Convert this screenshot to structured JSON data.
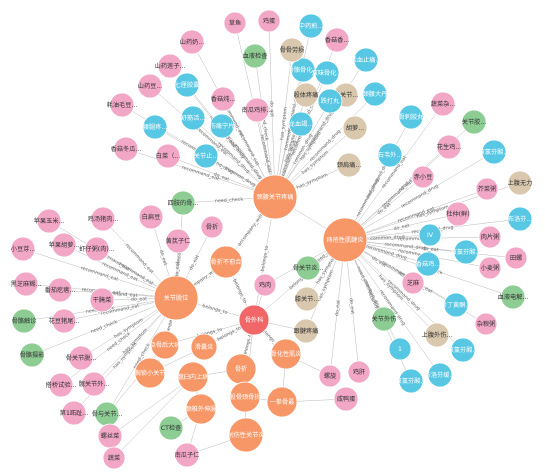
{
  "colors": {
    "orange": "#f79767",
    "pink": "#f2a7c6",
    "blue": "#57c7e3",
    "green": "#8dcc93",
    "tan": "#d9c8ae",
    "red": "#f16667",
    "edge": "#b9b9b9"
  },
  "nodes": [
    {
      "id": "hub_a",
      "label": "颈腰关节疼痛",
      "color": "orange",
      "r": 22
    },
    {
      "id": "hub_b",
      "label": "痔疮性肌腱炎",
      "color": "orange",
      "r": 22
    },
    {
      "id": "hub_c",
      "label": "关节脱位",
      "color": "orange",
      "r": 22
    },
    {
      "id": "red",
      "label": "骨外科",
      "color": "red",
      "r": 15
    },
    {
      "id": "o_tz",
      "label": "骨折不愈合",
      "color": "orange",
      "r": 16
    },
    {
      "id": "o_hp",
      "label": "滑囊炎",
      "color": "orange",
      "r": 13
    },
    {
      "id": "o_gz",
      "label": "骨折",
      "color": "orange",
      "r": 15
    },
    {
      "id": "o_zcj",
      "label": "桡骨后大病",
      "color": "orange",
      "r": 14
    },
    {
      "id": "o_gd",
      "label": "骨化性肌炎",
      "color": "orange",
      "r": 15
    },
    {
      "id": "o_xsg",
      "label": "胸锁小关节",
      "color": "orange",
      "r": 15
    },
    {
      "id": "o_gsn",
      "label": "髋臼内上病",
      "color": "orange",
      "r": 15
    },
    {
      "id": "o_gsd",
      "label": "股骨颈骨折",
      "color": "orange",
      "r": 15
    },
    {
      "id": "o_jy",
      "label": "一拳骨最",
      "color": "orange",
      "r": 15
    },
    {
      "id": "o_lu",
      "label": "颈椎外伸脉",
      "color": "orange",
      "r": 15
    },
    {
      "id": "o_xj",
      "label": "创伤性关节炎",
      "color": "orange",
      "r": 17
    },
    {
      "id": "b_zxw",
      "label": "中药煎...",
      "color": "blue",
      "r": 12
    },
    {
      "id": "b_xsb",
      "label": "香菇香...",
      "color": "pink",
      "r": 12
    },
    {
      "id": "b_jmd",
      "label": "鸡蛋",
      "color": "pink",
      "r": 11
    },
    {
      "id": "b_cy",
      "label": "草鱼",
      "color": "pink",
      "r": 11
    },
    {
      "id": "b_syn",
      "label": "山药奶...",
      "color": "pink",
      "r": 12
    },
    {
      "id": "b_xcq",
      "label": "血液检查",
      "color": "green",
      "r": 12
    },
    {
      "id": "b_gsfj",
      "label": "骨骼骨化...",
      "color": "blue",
      "r": 12
    },
    {
      "id": "b_gyj",
      "label": "骨骨劳损",
      "color": "tan",
      "r": 12
    },
    {
      "id": "b_hdz",
      "label": "活血止痛...",
      "color": "blue",
      "r": 12
    },
    {
      "id": "b_sjh",
      "label": "双味骨化...",
      "color": "blue",
      "r": 12
    },
    {
      "id": "b_syz",
      "label": "山药莲子...",
      "color": "pink",
      "r": 12
    },
    {
      "id": "b_qxj",
      "label": "七厘胶囊",
      "color": "blue",
      "r": 12
    },
    {
      "id": "b_syg",
      "label": "山药豆...",
      "color": "pink",
      "r": 12
    },
    {
      "id": "b_xgk",
      "label": "香菇炖...",
      "color": "pink",
      "r": 12
    },
    {
      "id": "b_nhc",
      "label": "南瓜鸡排...",
      "color": "pink",
      "r": 12
    },
    {
      "id": "b_gwtz",
      "label": "股体疼痛",
      "color": "tan",
      "r": 12
    },
    {
      "id": "b_sdd",
      "label": "颈腰大丹",
      "color": "blue",
      "r": 12
    },
    {
      "id": "b_mxw",
      "label": "骨关节...",
      "color": "tan",
      "r": 12
    },
    {
      "id": "b_fgy",
      "label": "跌打丸",
      "color": "blue",
      "r": 12
    },
    {
      "id": "b_hyc",
      "label": "耗油毛豆...",
      "color": "pink",
      "r": 12
    },
    {
      "id": "b_jsj",
      "label": "舒筋活...",
      "color": "blue",
      "r": 12
    },
    {
      "id": "b_jlp",
      "label": "伤痛宁片",
      "color": "blue",
      "r": 12
    },
    {
      "id": "b_lbz",
      "label": "腰腿疼...",
      "color": "blue",
      "r": 12
    },
    {
      "id": "b_sht",
      "label": "龙血竭...",
      "color": "blue",
      "r": 12
    },
    {
      "id": "b_hjl",
      "label": "胡萝...",
      "color": "tan",
      "r": 12
    },
    {
      "id": "b_xgx",
      "label": "香菇冬瓜...",
      "color": "pink",
      "r": 12
    },
    {
      "id": "b_bc",
      "label": "白菜（...",
      "color": "pink",
      "r": 12
    },
    {
      "id": "b_gjz",
      "label": "关节止...",
      "color": "blue",
      "r": 12
    },
    {
      "id": "b_gjf",
      "label": "颈肩痛...",
      "color": "tan",
      "r": 12
    },
    {
      "id": "b_lsp",
      "label": "蔬菜杂...",
      "color": "pink",
      "r": 12
    },
    {
      "id": "b_tyj",
      "label": "关节胶...",
      "color": "green",
      "r": 12
    },
    {
      "id": "b_gcj",
      "label": "骨刺胶丸",
      "color": "blue",
      "r": 12
    },
    {
      "id": "b_sjg",
      "label": "双氯芬酸...",
      "color": "blue",
      "r": 12
    },
    {
      "id": "b_swy",
      "label": "石韦外...",
      "color": "blue",
      "r": 12
    },
    {
      "id": "b_hsj",
      "label": "花生鸡...",
      "color": "pink",
      "r": 12
    },
    {
      "id": "b_cxx",
      "label": "赤小豆",
      "color": "pink",
      "r": 11
    },
    {
      "id": "b_sfd",
      "label": "上腹无力",
      "color": "tan",
      "r": 12
    },
    {
      "id": "b_jdd",
      "label": "芥菜粥",
      "color": "pink",
      "r": 11
    },
    {
      "id": "b_zbs",
      "label": "杜仲(鲜)",
      "color": "pink",
      "r": 12
    },
    {
      "id": "b_lbf",
      "label": "布洛芬...",
      "color": "blue",
      "r": 12
    },
    {
      "id": "b_iv",
      "label": "IV",
      "color": "blue",
      "r": 11
    },
    {
      "id": "b_nyf",
      "label": "肉片粥",
      "color": "pink",
      "r": 11
    },
    {
      "id": "b_qds",
      "label": "双氯芬酸...",
      "color": "blue",
      "r": 12
    },
    {
      "id": "b_tz",
      "label": "田螺",
      "color": "pink",
      "r": 11
    },
    {
      "id": "b_xgt",
      "label": "香菇鸡...",
      "color": "blue",
      "r": 12
    },
    {
      "id": "b_xmz",
      "label": "小麦粥",
      "color": "pink",
      "r": 11
    },
    {
      "id": "b_ylm",
      "label": "芝麻",
      "color": "pink",
      "r": 11
    },
    {
      "id": "b_zsc",
      "label": "血液电解...",
      "color": "green",
      "r": 12
    },
    {
      "id": "b_gxs",
      "label": "骨丁黄酮...",
      "color": "blue",
      "r": 12
    },
    {
      "id": "b_zbq",
      "label": "杂粮粥",
      "color": "pink",
      "r": 11
    },
    {
      "id": "b_gjt",
      "label": "上腹外伤...",
      "color": "tan",
      "r": 12
    },
    {
      "id": "b_ygj",
      "label": "关节外伤",
      "color": "green",
      "r": 12
    },
    {
      "id": "b_1",
      "label": "1",
      "color": "blue",
      "r": 11
    },
    {
      "id": "b_sqg",
      "label": "双氯芬酸...",
      "color": "blue",
      "r": 12
    },
    {
      "id": "b_ssh",
      "label": "布洛芬缓...",
      "color": "blue",
      "r": 12
    },
    {
      "id": "b_sfb",
      "label": "双氯芬酸...",
      "color": "blue",
      "r": 12
    },
    {
      "id": "b_jg",
      "label": "鸡肝",
      "color": "pink",
      "r": 11
    },
    {
      "id": "b_mq",
      "label": "螺旋",
      "color": "pink",
      "r": 11
    },
    {
      "id": "b_xcm",
      "label": "咸鸭蛋",
      "color": "pink",
      "r": 12
    },
    {
      "id": "b_jrg",
      "label": "鸡肉",
      "color": "pink",
      "r": 11
    },
    {
      "id": "b_gsjt",
      "label": "骨关节炎...",
      "color": "green",
      "r": 12
    },
    {
      "id": "b_bjt",
      "label": "膝关节...",
      "color": "tan",
      "r": 12
    },
    {
      "id": "b_xdj",
      "label": "跟腱疼痛",
      "color": "tan",
      "r": 12
    },
    {
      "id": "b_hxd",
      "label": "骨折",
      "color": "pink",
      "r": 11
    },
    {
      "id": "b_bhd",
      "label": "白扁豆",
      "color": "pink",
      "r": 12
    },
    {
      "id": "b_sgs",
      "label": "四肢的骨...",
      "color": "green",
      "r": 12
    },
    {
      "id": "b_hmp",
      "label": "黄芪子仁",
      "color": "pink",
      "r": 12
    },
    {
      "id": "b_pgm",
      "label": "苹果玉米...",
      "color": "pink",
      "r": 12
    },
    {
      "id": "b_ptj",
      "label": "鸡汤猪肉...",
      "color": "pink",
      "r": 12
    },
    {
      "id": "b_pgb",
      "label": "苹果胡萝...",
      "color": "pink",
      "r": 12
    },
    {
      "id": "b_xdm",
      "label": "小豆芽...",
      "color": "pink",
      "r": 12
    },
    {
      "id": "b_xjz",
      "label": "虾仔粥(肉)...",
      "color": "pink",
      "r": 12
    },
    {
      "id": "b_hsb",
      "label": "黑芝麻糊...",
      "color": "pink",
      "r": 12
    },
    {
      "id": "b_fzd",
      "label": "番茄疙瘩...",
      "color": "pink",
      "r": 12
    },
    {
      "id": "b_yxd",
      "label": "干腌菜",
      "color": "pink",
      "r": 12
    },
    {
      "id": "b_gdj",
      "label": "骨骼触诊",
      "color": "green",
      "r": 12
    },
    {
      "id": "b_hzl",
      "label": "花豆猪尾...",
      "color": "pink",
      "r": 12
    },
    {
      "id": "b_gsjc",
      "label": "骨骼摄影",
      "color": "green",
      "r": 12
    },
    {
      "id": "b_hdg",
      "label": "骨关节脱...",
      "color": "pink",
      "r": 12
    },
    {
      "id": "b_jfb",
      "label": "搭桥试验...",
      "color": "pink",
      "r": 12
    },
    {
      "id": "b_gjw",
      "label": "髋关节外...",
      "color": "pink",
      "r": 12
    },
    {
      "id": "b_d1z",
      "label": "第1跖趾...",
      "color": "pink",
      "r": 12
    },
    {
      "id": "b_yhg",
      "label": "骨与关节...",
      "color": "green",
      "r": 12
    },
    {
      "id": "b_ctj",
      "label": "CT检查",
      "color": "green",
      "r": 12
    },
    {
      "id": "b_zzc",
      "label": "螺丝菜",
      "color": "pink",
      "r": 12
    },
    {
      "id": "b_sc",
      "label": "蔬菜",
      "color": "pink",
      "r": 11
    },
    {
      "id": "b_ngz",
      "label": "南瓜子仁",
      "color": "pink",
      "r": 12
    }
  ]
}
